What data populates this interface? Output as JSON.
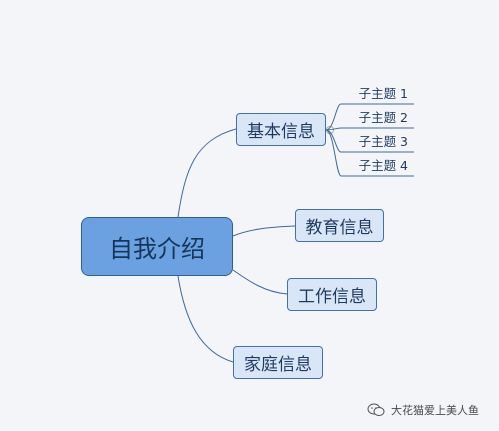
{
  "central": {
    "label": "自我介绍"
  },
  "topics": [
    {
      "label": "基本信息"
    },
    {
      "label": "教育信息"
    },
    {
      "label": "工作信息"
    },
    {
      "label": "家庭信息"
    }
  ],
  "subtopics": [
    {
      "label": "子主题 1"
    },
    {
      "label": "子主题 2"
    },
    {
      "label": "子主题 3"
    },
    {
      "label": "子主题 4"
    }
  ],
  "colors": {
    "central_fill": "#6ba1e0",
    "topic_fill": "#d8e6f8",
    "line": "#3d6a9a"
  },
  "watermark": {
    "text": "大花猫爱上美人鱼",
    "icon": "wechat-icon"
  }
}
